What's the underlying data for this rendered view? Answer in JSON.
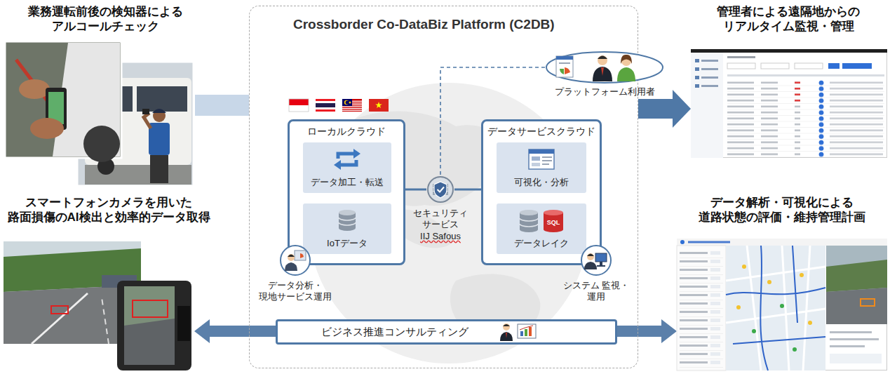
{
  "diagram": {
    "nodes": [
      {
        "text": [
          "業務運転前後の検知器による アルコールチェック"
        ]
      },
      {
        "text": [
          "スマートフォンカメラを用いた 路面損傷のAI検出と効率的データ取得"
        ]
      },
      {
        "text": [
          "Crossborder Co-DataBiz Platform (C2DB)"
        ]
      },
      {
        "text": [
          "ローカルクラウド"
        ],
        "in": 2
      },
      {
        "text": [
          "データ加工・転送"
        ],
        "in": 3
      },
      {
        "text": [
          "IoTデータ"
        ],
        "in": 3
      },
      {
        "text": [
          "セキュリティ サービス",
          "IIJ Safous"
        ],
        "in": 2
      },
      {
        "text": [
          "データサービスクラウド"
        ],
        "in": 2
      },
      {
        "text": [
          "可視化・分析"
        ],
        "in": 7
      },
      {
        "text": [
          "データレイク"
        ],
        "in": 7
      },
      {
        "text": [
          "プラットフォーム利用者"
        ],
        "in": 2
      },
      {
        "text": [
          "データ分析・ 現地サービス運用"
        ],
        "in": 2
      },
      {
        "text": [
          "システム 監視・運用"
        ],
        "in": 2
      },
      {
        "text": [
          "ビジネス推進コンサルティング"
        ],
        "in": 2
      },
      {
        "text": [
          "管理者による遠隔地からの リアルタイム監視・管理"
        ]
      },
      {
        "text": [
          "データ解析・可視化による 道路状態の評価・維持管理計画"
        ]
      }
    ],
    "edges": [
      {
        "from": 0,
        "to": 2,
        "arrow": "none"
      },
      {
        "from": 3,
        "to": 6,
        "arrow": "none"
      },
      {
        "from": 6,
        "to": 7,
        "arrow": "none"
      },
      {
        "from": 10,
        "to": 6,
        "arrow": "none"
      },
      {
        "from": 2,
        "to": 14,
        "arrow": "to"
      },
      {
        "from": 13,
        "to": 1,
        "arrow": "to"
      },
      {
        "from": 13,
        "to": 15,
        "arrow": "to"
      }
    ],
    "labels": [
      "SQL"
    ]
  }
}
